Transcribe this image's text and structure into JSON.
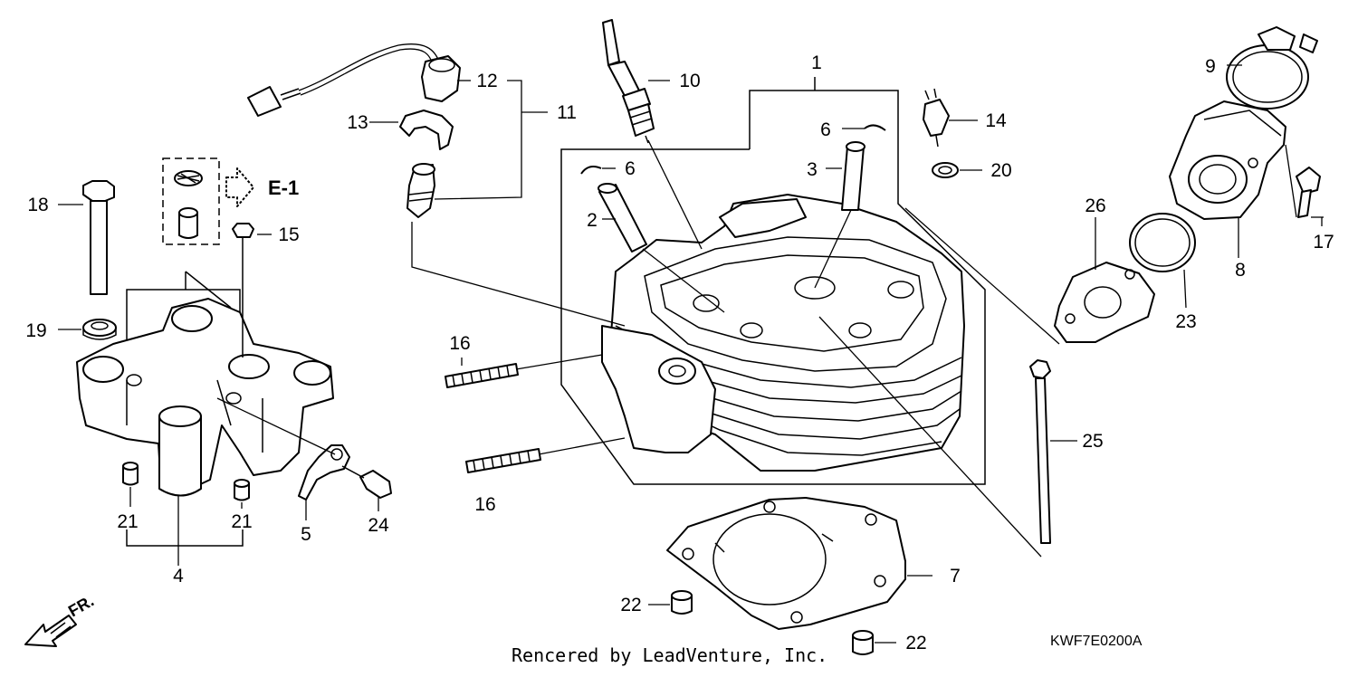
{
  "diagram": {
    "reference_code": "KWF7E0200A",
    "credit": "Rencered by LeadVenture, Inc.",
    "direction_marker": "FR.",
    "cross_reference": "E-1",
    "callouts": {
      "c1": "1",
      "c2": "2",
      "c3": "3",
      "c4": "4",
      "c5": "5",
      "c6a": "6",
      "c6b": "6",
      "c7": "7",
      "c8": "8",
      "c9": "9",
      "c10": "10",
      "c11": "11",
      "c12": "12",
      "c13": "13",
      "c14": "14",
      "c15": "15",
      "c16a": "16",
      "c16b": "16",
      "c17": "17",
      "c18": "18",
      "c19": "19",
      "c20": "20",
      "c21a": "21",
      "c21b": "21",
      "c22a": "22",
      "c22b": "22",
      "c23": "23",
      "c24": "24",
      "c25": "25",
      "c26": "26"
    }
  }
}
